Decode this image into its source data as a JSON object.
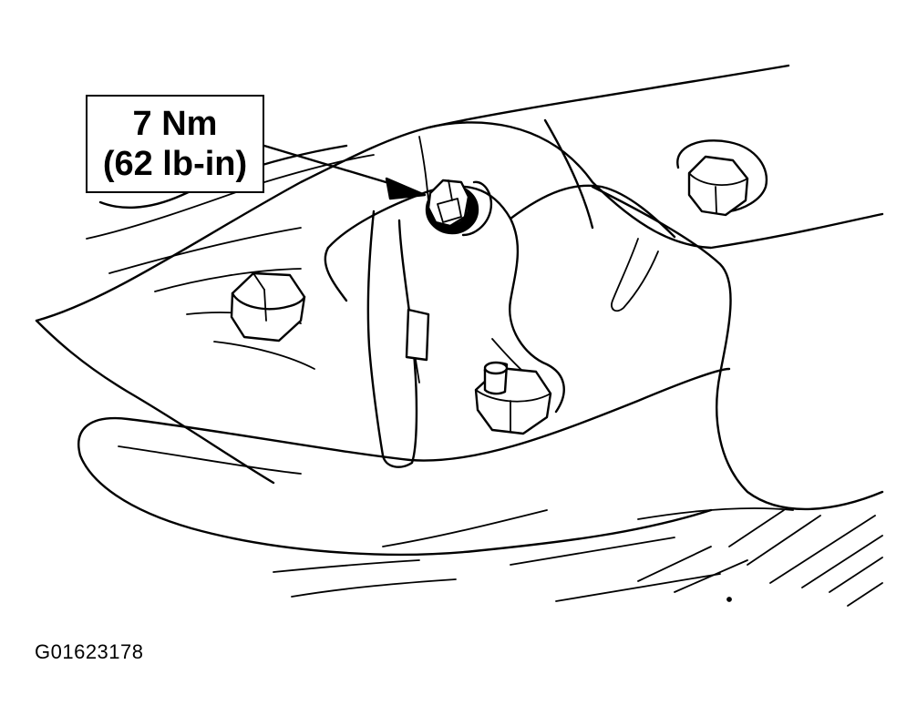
{
  "callout": {
    "torque_metric": "7 Nm",
    "torque_imperial": "(62 lb-in)"
  },
  "figure_id": "G01623178"
}
